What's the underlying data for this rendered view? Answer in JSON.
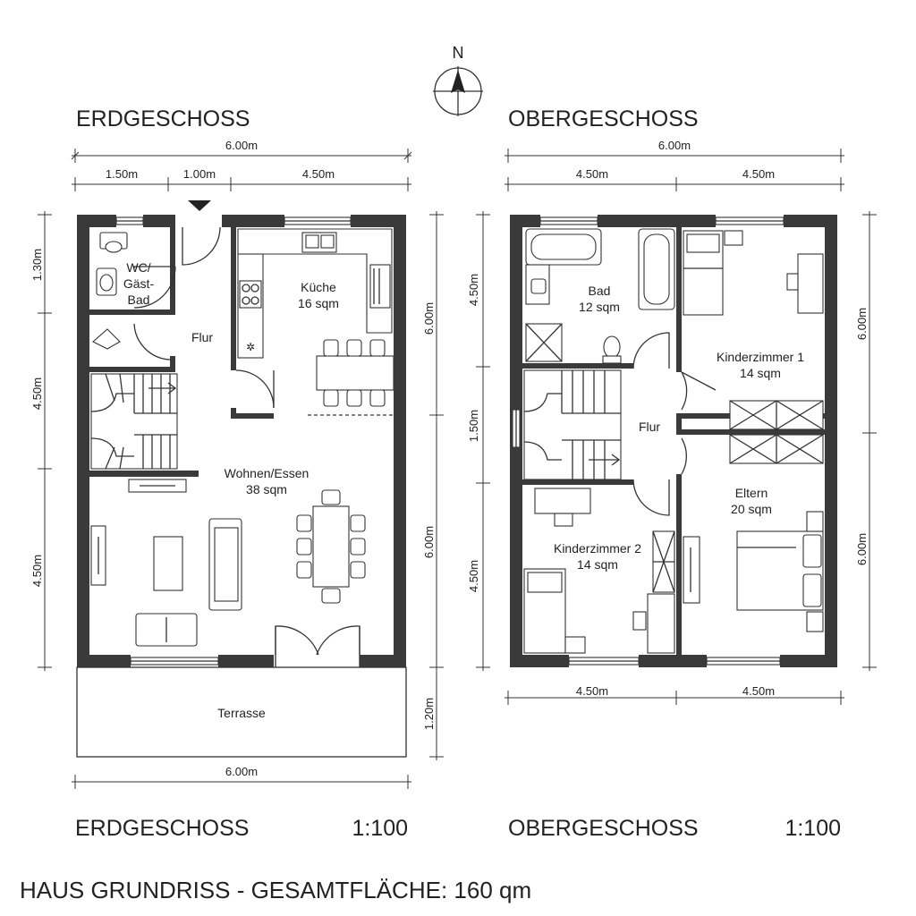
{
  "compass": {
    "label": "N"
  },
  "ground_floor": {
    "title": "ERDGESCHOSS",
    "scale_title": "ERDGESCHOSS",
    "scale": "1:100",
    "dims": {
      "top_total": "6.00m",
      "top_a": "1.50m",
      "top_b": "1.00m",
      "top_c": "4.50m",
      "left_1": "1.30m",
      "left_2": "4.50m",
      "left_3": "4.50m",
      "right_1": "6.00m",
      "right_2": "6.00m",
      "right_3": "1.20m",
      "bottom_total": "6.00m"
    },
    "rooms": {
      "wc_l1": "WC/",
      "wc_l2": "Gäst-",
      "wc_l3": "Bad",
      "flur": "Flur",
      "kueche": "Küche",
      "kueche_area": "16 sqm",
      "wohnen": "Wohnen/Essen",
      "wohnen_area": "38 sqm",
      "terrasse": "Terrasse"
    }
  },
  "upper_floor": {
    "title": "OBERGESCHOSS",
    "scale_title": "OBERGESCHOSS",
    "scale": "1:100",
    "dims": {
      "top_total": "6.00m",
      "top_a": "4.50m",
      "top_b": "4.50m",
      "left_1": "4.50m",
      "left_2": "1.50m",
      "left_3": "4.50m",
      "right_1": "6.00m",
      "right_2": "6.00m",
      "bottom_a": "4.50m",
      "bottom_b": "4.50m"
    },
    "rooms": {
      "bad": "Bad",
      "bad_area": "12 sqm",
      "kinder1": "Kinderzimmer 1",
      "kinder1_area": "14 sqm",
      "flur": "Flur",
      "eltern": "Eltern",
      "eltern_area": "20 sqm",
      "kinder2": "Kinderzimmer 2",
      "kinder2_area": "14 sqm"
    }
  },
  "footer": "HAUS GRUNDRISS - GESAMTFLÄCHE: 160 qm"
}
